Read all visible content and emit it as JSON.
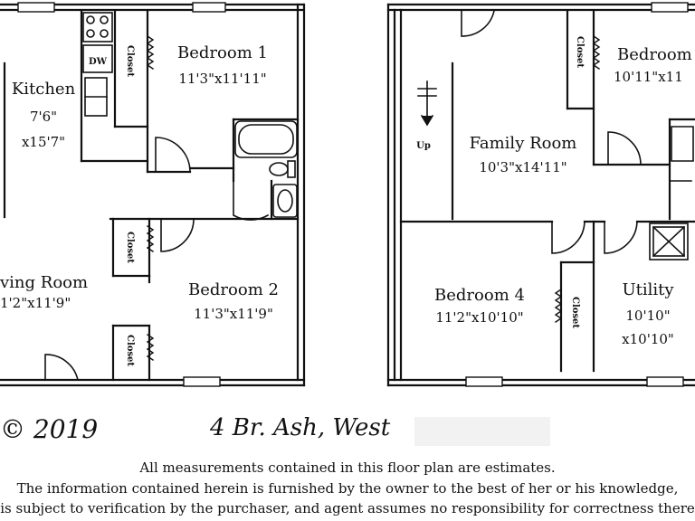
{
  "rooms": {
    "kitchen": {
      "name": "Kitchen",
      "dim1": "7'6\"",
      "dim2": "x15'7\""
    },
    "bedroom1": {
      "name": "Bedroom 1",
      "dim": "11'3\"x11'11\""
    },
    "bedroom2": {
      "name": "Bedroom 2",
      "dim": "11'3\"x11'9\""
    },
    "living": {
      "name": "ving Room",
      "dim": "1'2\"x11'9\""
    },
    "family": {
      "name": "Family Room",
      "dim": "10'3\"x14'11\""
    },
    "bedroom3": {
      "name": "Bedroom",
      "dim": "10'11\"x11"
    },
    "bedroom4": {
      "name": "Bedroom 4",
      "dim": "11'2\"x10'10\""
    },
    "utility": {
      "name": "Utility",
      "dim1": "10'10\"",
      "dim2": "x10'10\""
    }
  },
  "labels": {
    "closet": "Closet",
    "dw": "DW",
    "up": "Up"
  },
  "footer": {
    "copyright": "© 2019",
    "title": "4 Br.  Ash, West",
    "disclaimer1": "All measurements contained in this floor plan are estimates.",
    "disclaimer2": "The information contained herein is furnished by the owner to the best of her or his knowledge,",
    "disclaimer3": "is subject to verification by the purchaser, and agent assumes no responsibility for correctness there"
  }
}
